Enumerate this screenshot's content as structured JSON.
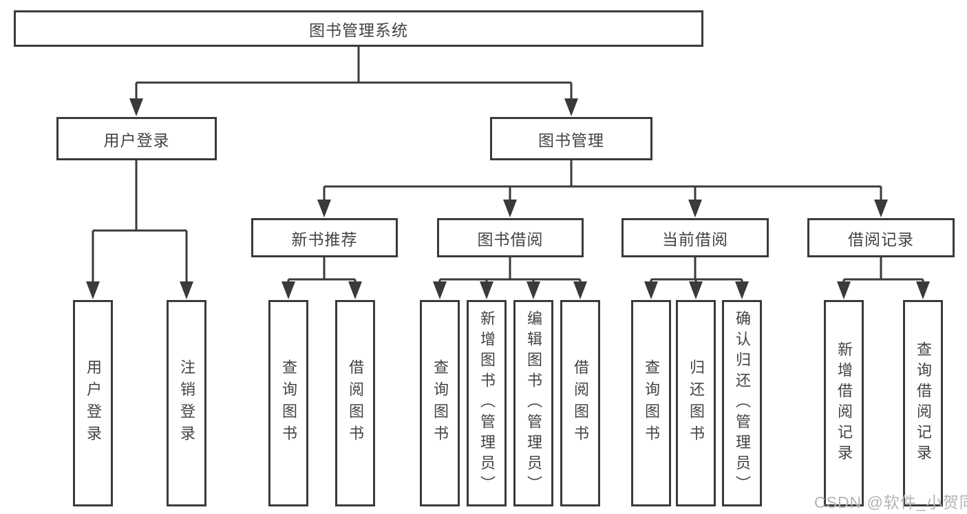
{
  "diagram": {
    "title": "图书管理系统",
    "nodes": {
      "root": {
        "label": "图书管理系统"
      },
      "user_login": {
        "label": "用户登录"
      },
      "book_mgmt": {
        "label": "图书管理"
      },
      "new_book_rec": {
        "label": "新书推荐"
      },
      "book_borrow": {
        "label": "图书借阅"
      },
      "current_borrow": {
        "label": "当前借阅"
      },
      "borrow_records": {
        "label": "借阅记录"
      },
      "leaf_user_login": {
        "label": "用户登录"
      },
      "leaf_logout": {
        "label": "注销登录"
      },
      "leaf_query_book_rec": {
        "label": "查询图书"
      },
      "leaf_borrow_book_rec": {
        "label": "借阅图书"
      },
      "leaf_query_book_borrow": {
        "label": "查询图书"
      },
      "leaf_add_book_admin": {
        "label": "新增图书（管理员）"
      },
      "leaf_edit_book_admin": {
        "label": "编辑图书（管理员）"
      },
      "leaf_borrow_book_borrow": {
        "label": "借阅图书"
      },
      "leaf_query_book_current": {
        "label": "查询图书"
      },
      "leaf_return_book": {
        "label": "归还图书"
      },
      "leaf_confirm_return_admin": {
        "label": "确认归还（管理员）"
      },
      "leaf_add_borrow_record": {
        "label": "新增借阅记录"
      },
      "leaf_query_borrow_record": {
        "label": "查询借阅记录"
      }
    },
    "colors": {
      "line": "#3a3a3a",
      "text": "#434343",
      "background": "#ffffff",
      "watermark": "#b3b3b3"
    }
  },
  "watermark": {
    "text": "CSDN @软件_小贺同学"
  }
}
